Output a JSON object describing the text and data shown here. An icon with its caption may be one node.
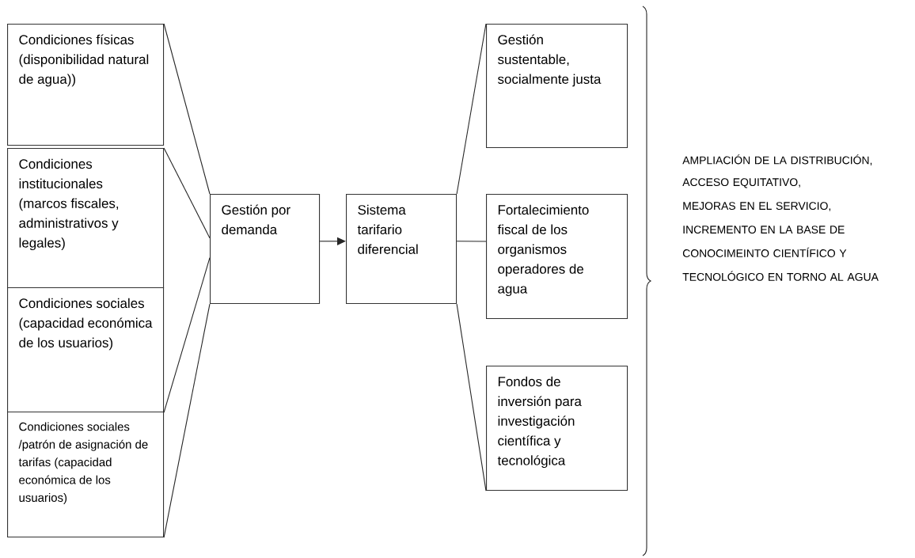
{
  "diagram": {
    "nodes": [
      {
        "text": [
          "Condiciones físicas (disponibilidad natural de agua))"
        ]
      },
      {
        "text": [
          "Condiciones institucionales (marcos fiscales, administrativos y legales)"
        ]
      },
      {
        "text": [
          "Condiciones sociales (capacidad económica de los usuarios)"
        ]
      },
      {
        "text": [
          "Condiciones sociales /patrón de asignación de tarifas (capacidad económica de los usuarios)"
        ]
      },
      {
        "text": [
          "Gestión por demanda"
        ]
      },
      {
        "text": [
          "Sistema tarifario diferencial"
        ]
      },
      {
        "text": [
          "Gestión sustentable, socialmente justa"
        ]
      },
      {
        "text": [
          "Fortalecimiento fiscal de los organismos operadores de agua"
        ]
      },
      {
        "text": [
          "Fondos de inversión para investigación científica y tecnológica"
        ]
      }
    ],
    "edges": [
      {
        "from": 0,
        "to": 4,
        "arrow": "none"
      },
      {
        "from": 1,
        "to": 4,
        "arrow": "none"
      },
      {
        "from": 2,
        "to": 4,
        "arrow": "none"
      },
      {
        "from": 3,
        "to": 4,
        "arrow": "none"
      },
      {
        "from": 4,
        "to": 5,
        "arrow": "to"
      },
      {
        "from": 5,
        "to": 6,
        "arrow": "none"
      },
      {
        "from": 5,
        "to": 7,
        "arrow": "none"
      },
      {
        "from": 5,
        "to": 8,
        "arrow": "none"
      }
    ],
    "labels": [
      "AMPLIACIÓN DE LA DISTRIBUCIÓN,",
      "ACCESO EQUITATIVO,",
      "MEJORAS EN EL SERVICIO,",
      "INCREMENTO EN LA BASE DE CONOCIMEINTO CIENTÍFICO Y TECNOLÓGICO EN TORNO AL AGUA"
    ]
  }
}
